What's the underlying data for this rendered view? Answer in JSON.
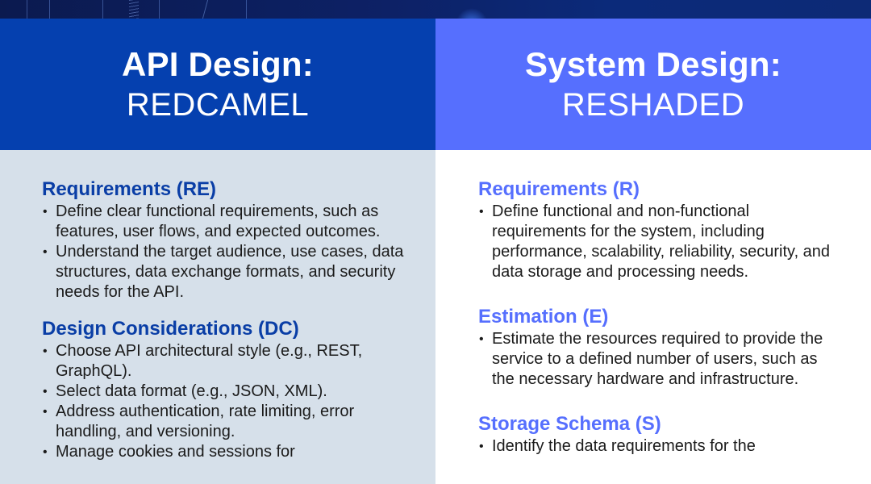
{
  "colors": {
    "banner_dark": "#0b1a4f",
    "left_header_bg": "#0540af",
    "right_header_bg": "#566ffe",
    "left_body_bg": "#d6e0ea",
    "right_body_bg": "#ffffff",
    "left_section_title": "#0a3ea6",
    "right_section_title": "#566ffe",
    "body_text": "#1b1b1b"
  },
  "left": {
    "title": "API Design:",
    "subtitle": "REDCAMEL",
    "sections": [
      {
        "title": "Requirements (RE)",
        "bullets": [
          "Define clear functional requirements, such as features, user flows, and expected outcomes.",
          "Understand the target audience, use cases, data structures, data exchange formats, and security needs for the API."
        ]
      },
      {
        "title": "Design Considerations (DC)",
        "bullets": [
          "Choose API architectural style (e.g., REST, GraphQL).",
          "Select data format (e.g., JSON, XML).",
          "Address authentication, rate limiting, error handling, and versioning.",
          "Manage cookies and sessions for"
        ]
      }
    ]
  },
  "right": {
    "title": "System Design:",
    "subtitle": "RESHADED",
    "sections": [
      {
        "title": "Requirements (R)",
        "bullets": [
          "Define functional and non-functional requirements for the system, including performance, scalability, reliability, security, and data storage and processing needs."
        ]
      },
      {
        "title": "Estimation (E)",
        "bullets": [
          "Estimate the resources required to provide the service to a defined number of users, such as the necessary hardware and infrastructure."
        ]
      },
      {
        "title": "Storage Schema (S)",
        "bullets": [
          "Identify the data requirements for the"
        ]
      }
    ]
  }
}
